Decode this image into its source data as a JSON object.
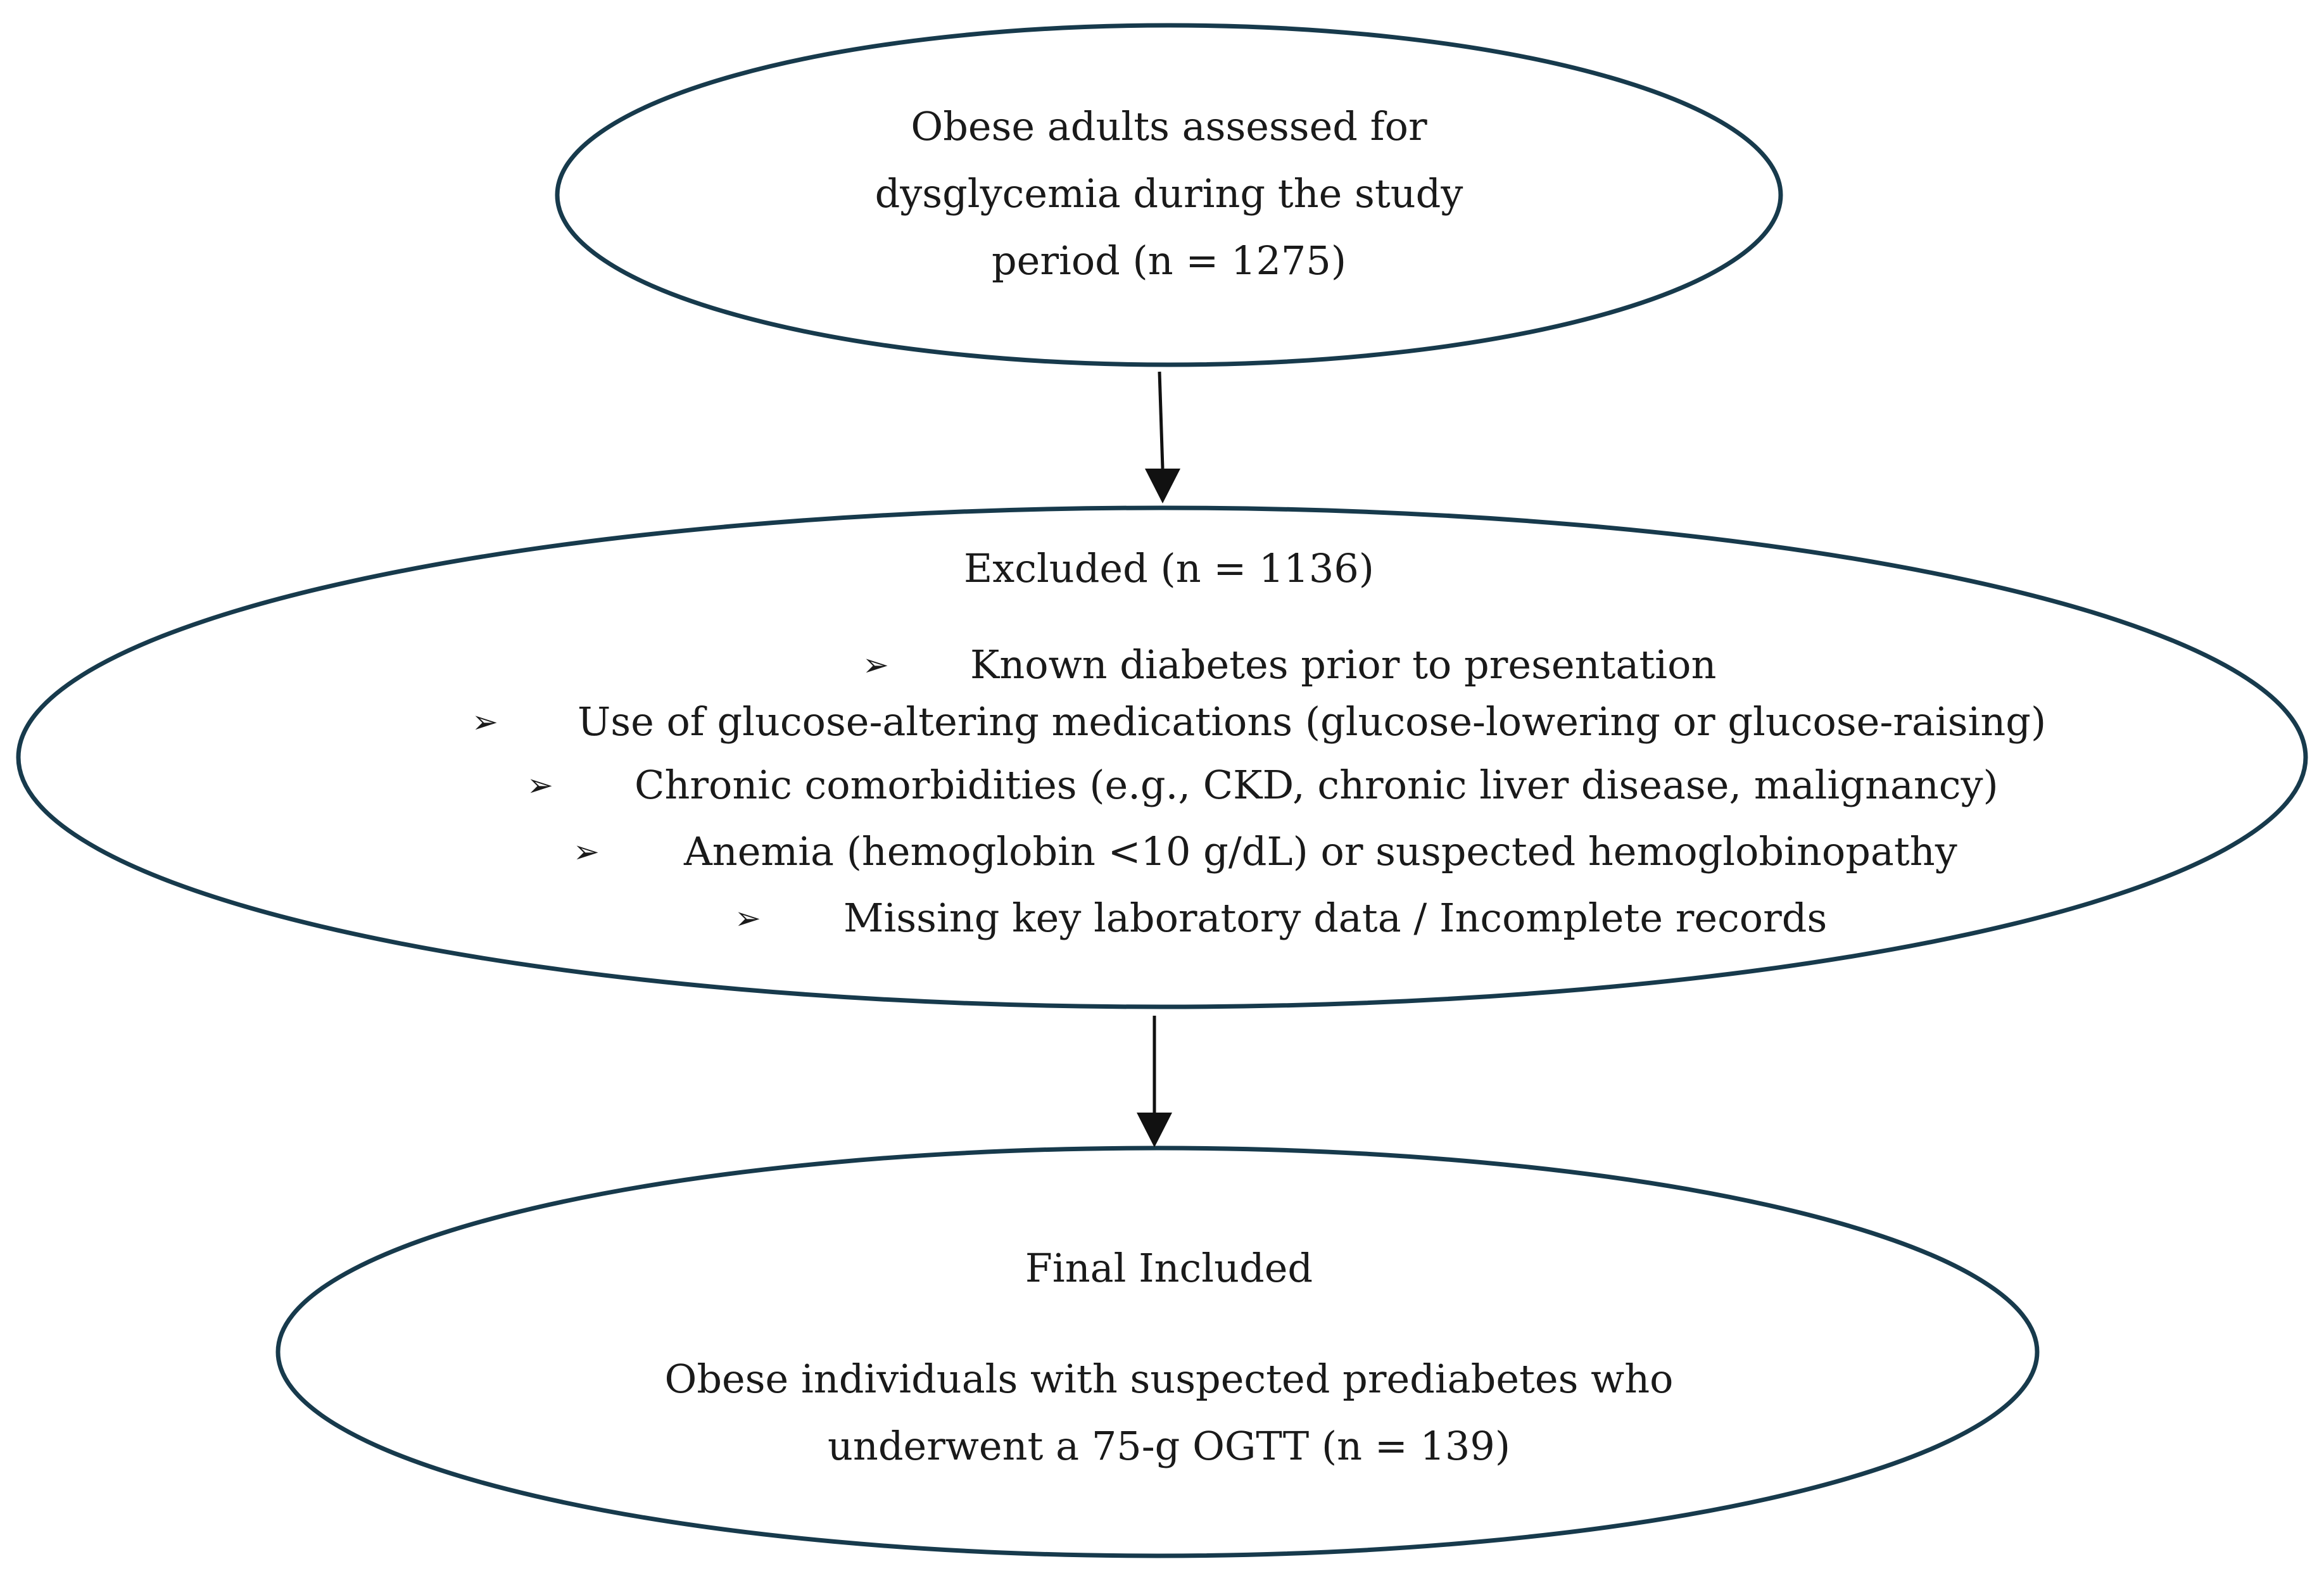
{
  "nodes": {
    "assessed": {
      "lines": [
        "Obese adults assessed for",
        "dysglycemia during the study",
        "period (n = 1275)"
      ]
    },
    "excluded": {
      "title": "Excluded (n = 1136)",
      "bullet_symbol": "➢",
      "reasons": [
        "Known diabetes prior to presentation",
        "Use of glucose-altering medications (glucose-lowering or glucose-raising)",
        "Chronic comorbidities (e.g., CKD, chronic liver disease, malignancy)",
        "Anemia (hemoglobin <10 g/dL) or suspected hemoglobinopathy",
        "Missing key laboratory data / Incomplete records"
      ]
    },
    "included": {
      "title": "Final Included",
      "lines": [
        "Obese individuals with suspected prediabetes who",
        "underwent a 75-g OGTT (n = 139)"
      ]
    }
  },
  "colors": {
    "ellipse_stroke": "#173a4c",
    "arrow": "#111111",
    "text": "#1a1a1a"
  }
}
